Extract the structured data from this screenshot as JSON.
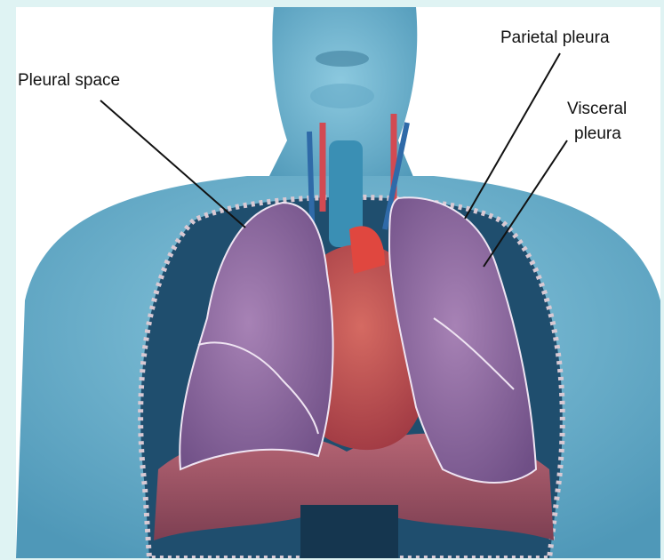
{
  "labels": {
    "pleural_space": "Pleural space",
    "parietal_pleura": "Parietal pleura",
    "visceral_line1": "Visceral",
    "visceral_line2": "pleura"
  },
  "colors": {
    "frame_bg": "#dff3f3",
    "panel_bg": "#ffffff",
    "skin": "#6fb4cf",
    "lung": "#9a6da8",
    "heart": "#c04a4a",
    "diaphragm": "#b05a6a",
    "pleura_outline": "#e8e0ef"
  }
}
